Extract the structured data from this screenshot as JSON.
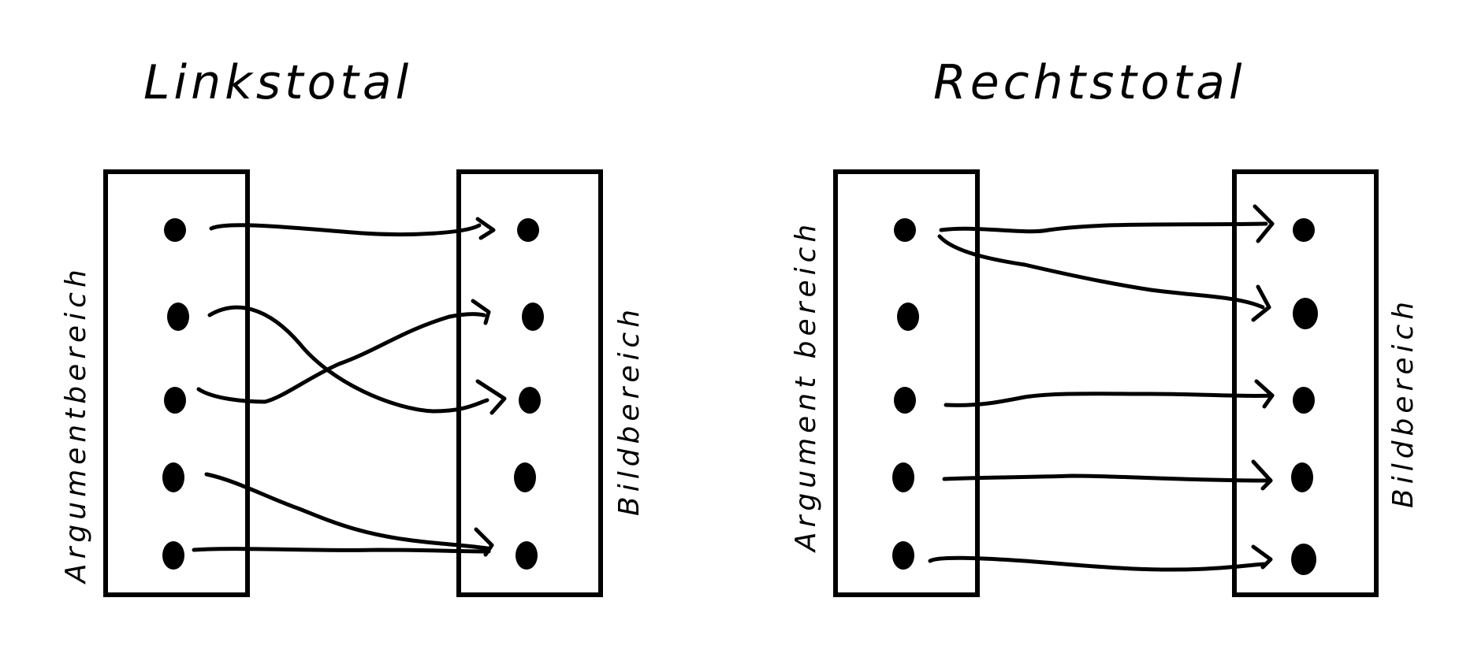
{
  "left_diagram": {
    "title": "Linkstotal",
    "domain_label": "Argumentbereich",
    "codomain_label": "Bildbereich",
    "domain_points": 5,
    "codomain_points": 5,
    "mappings": [
      {
        "from": 1,
        "to": 1
      },
      {
        "from": 2,
        "to": 3
      },
      {
        "from": 3,
        "to": 2
      },
      {
        "from": 4,
        "to": 5
      },
      {
        "from": 5,
        "to": 5
      }
    ]
  },
  "right_diagram": {
    "title": "Rechtstotal",
    "domain_label": "Argument bereich",
    "codomain_label": "Bildbereich",
    "domain_points": 5,
    "codomain_points": 5,
    "mappings": [
      {
        "from": 1,
        "to": 1
      },
      {
        "from": 1,
        "to": 2
      },
      {
        "from": 3,
        "to": 3
      },
      {
        "from": 4,
        "to": 4
      },
      {
        "from": 5,
        "to": 5
      }
    ]
  }
}
